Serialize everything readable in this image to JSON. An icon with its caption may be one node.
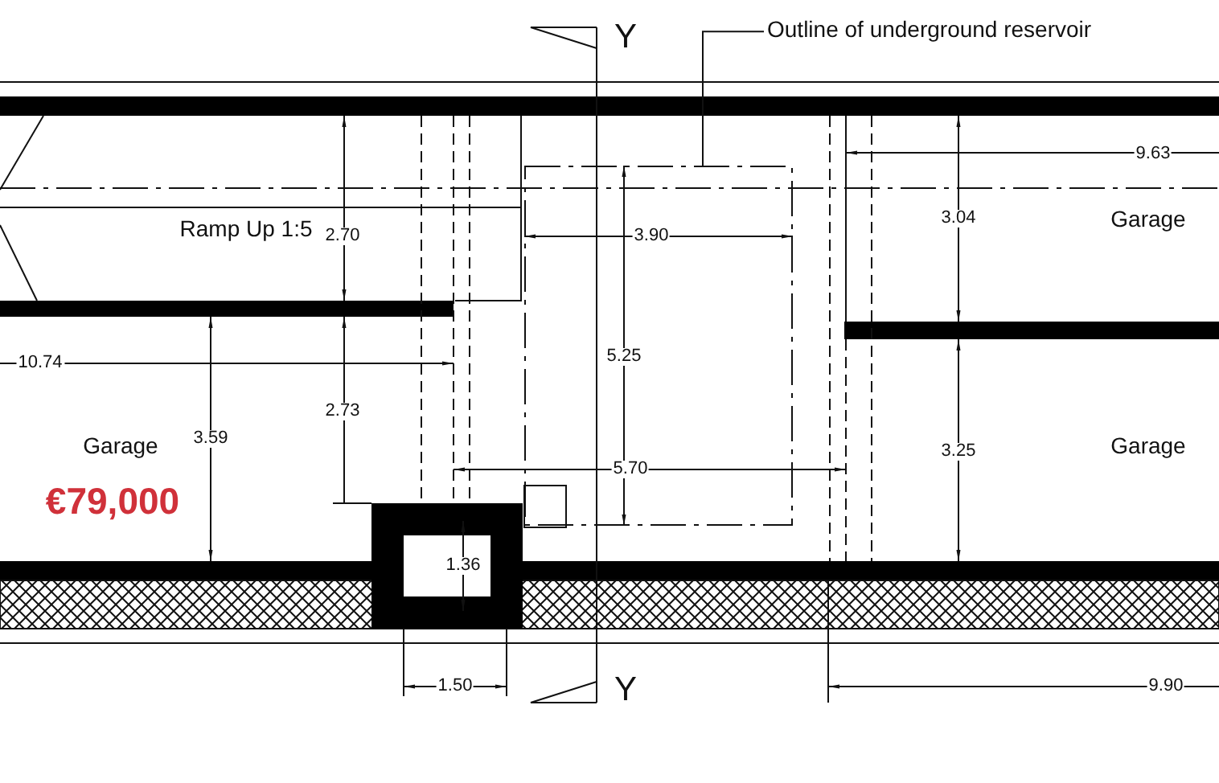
{
  "diagram": {
    "nodes": [
      {
        "text": [
          "Outline of underground reservoir"
        ]
      },
      {
        "text": [],
        "shape": "box"
      }
    ],
    "edges": [
      {
        "from": 0,
        "to": 1,
        "arrow": "none"
      }
    ],
    "labels": [
      "Y",
      "9.63",
      "Ramp Up 1:5",
      "2.70",
      "3.90",
      "3.04",
      "Garage",
      "10.74",
      "5.25",
      "2.73",
      "Garage",
      "3.59",
      "Garage",
      "3.25",
      "5.70",
      "€79,000",
      "1.36",
      "Y",
      "1.50",
      "9.90"
    ]
  }
}
